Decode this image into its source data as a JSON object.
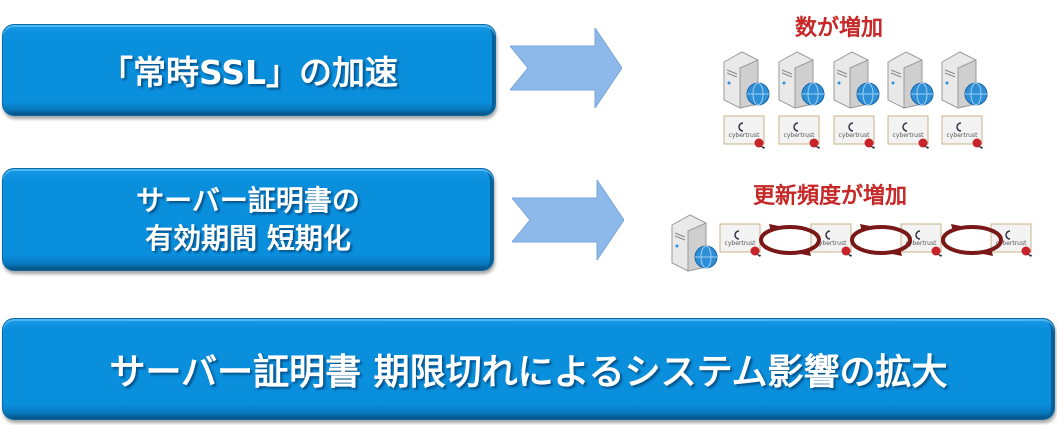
{
  "boxes": {
    "always_ssl": "「常時SSL」の加速",
    "cert_short_line1": "サーバー証明書の",
    "cert_short_line2": "有効期間 短期化",
    "impact": "サーバー証明書 期限切れによるシステム影響の拡大"
  },
  "results": {
    "count_increase": "数が増加",
    "renew_increase": "更新頻度が増加"
  },
  "cert_brand": "cybertrust",
  "colors": {
    "box_blue": "#0a8fdd",
    "arrow_blue": "#8db8ea",
    "label_red": "#c62828",
    "loop_red": "#7a1818"
  }
}
